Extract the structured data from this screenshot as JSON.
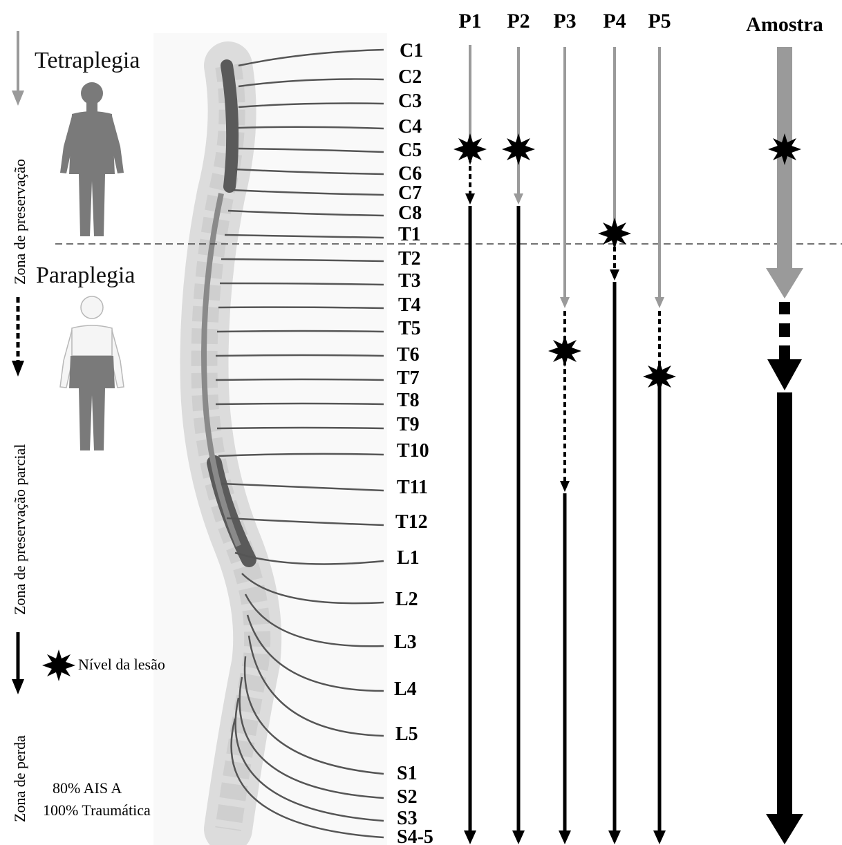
{
  "left_panel": {
    "tetraplegia": "Tetraplegia",
    "paraplegia": "Paraplegia",
    "zone_preservation": "Zona de preservação",
    "zone_partial": "Zona de preservação parcial",
    "zone_loss": "Zona de perda",
    "legend_lesion": "Nível da lesão",
    "stat_ais": "80%  AIS A",
    "stat_trauma": "100% Traumática"
  },
  "columns": [
    {
      "label": "P1",
      "lesion": "C5",
      "partial_end": "C8"
    },
    {
      "label": "P2",
      "lesion": "C5",
      "partial_end": "C8"
    },
    {
      "label": "P3",
      "lesion": "T6",
      "partial_end": "T11"
    },
    {
      "label": "P4",
      "lesion": "T1",
      "partial_end": "T3"
    },
    {
      "label": "P5",
      "lesion": "T7",
      "partial_end": "T7"
    },
    {
      "label": "Amostra",
      "lesion": "C5",
      "partial_end": "T7"
    }
  ],
  "levels": [
    "C1",
    "C2",
    "C3",
    "C4",
    "C5",
    "C6",
    "C7",
    "C8",
    "T1",
    "T2",
    "T3",
    "T4",
    "T5",
    "T6",
    "T7",
    "T8",
    "T9",
    "T10",
    "T11",
    "T12",
    "L1",
    "L2",
    "L3",
    "L4",
    "L5",
    "S1",
    "S2",
    "S3",
    "S4-5"
  ],
  "colors": {
    "preserved": "#9a9a9a",
    "lost": "#000000",
    "divider": "#444444",
    "body": "#7a7a7a"
  }
}
